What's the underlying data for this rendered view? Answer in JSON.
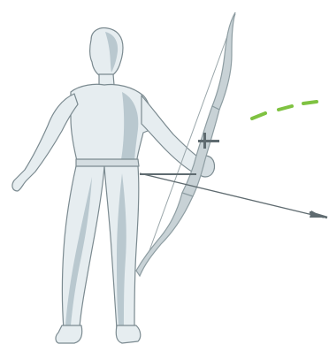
{
  "scene": {
    "background_color": "#ffffff",
    "figure_fill": "#e6edf0",
    "figure_shade": "#b9c8cf",
    "figure_outline": "#7b8a90",
    "bow_color": "#8e9da2",
    "string_color": "#9aa6aa",
    "arrow_color": "#5f6b70",
    "aim_line_color": "#7fc241",
    "subjects": [
      "archer",
      "recurve-bow",
      "arrow",
      "aiming-line"
    ]
  }
}
